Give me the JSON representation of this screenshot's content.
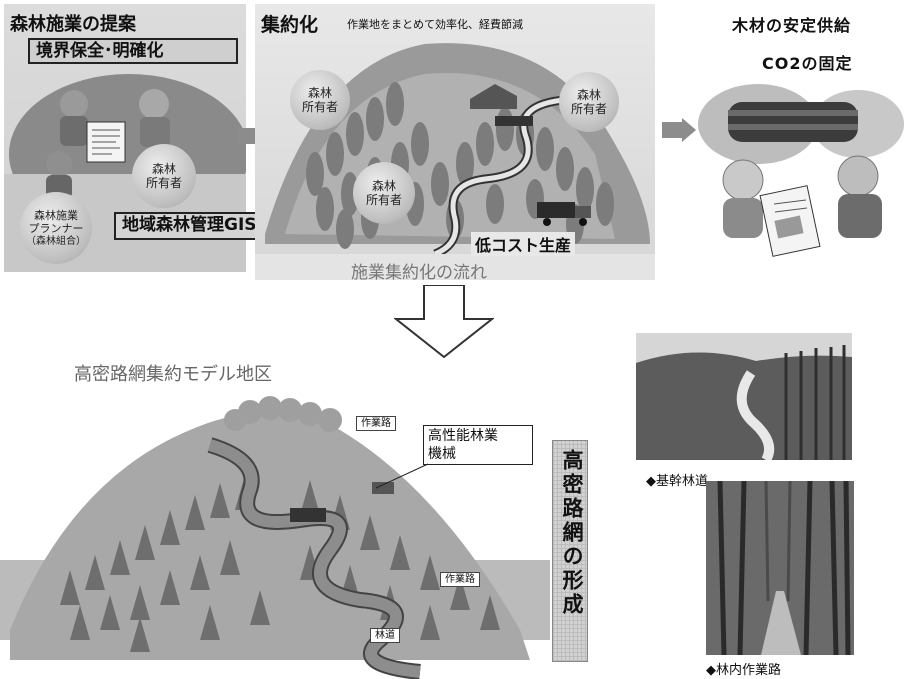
{
  "top_left": {
    "title": "森林施業の提案",
    "boundary_label": "境界保全･明確化",
    "owner_line1": "森林",
    "owner_line2": "所有者",
    "planner_line1": "森林施業",
    "planner_line2": "プランナー",
    "planner_line3": "（森林組合）",
    "gis_label": "地域森林管理GIS"
  },
  "top_middle": {
    "title": "集約化",
    "subtitle": "作業地をまとめて効率化、経費節減",
    "owner_a_line1": "森林",
    "owner_a_line2": "所有者",
    "owner_b_line1": "森林",
    "owner_b_line2": "所有者",
    "owner_c_line1": "森林",
    "owner_c_line2": "所有者",
    "low_cost_label": "低コスト生産",
    "flow_caption": "施業集約化の流れ"
  },
  "top_right": {
    "title_line1": "木材の安定供給",
    "title_line2": "CO2の固定"
  },
  "bottom": {
    "model_title": "高密路網集約モデル地区",
    "machinery_label_line1": "高性能林業",
    "machinery_label_line2": "機械",
    "sign_work_road_top": "作業路",
    "sign_work_road_right": "作業路",
    "sign_forest_road": "林道",
    "vertical_banner": "高密路網の形成",
    "photo1_caption": "◆基幹林道",
    "photo2_caption": "◆林内作業路"
  }
}
